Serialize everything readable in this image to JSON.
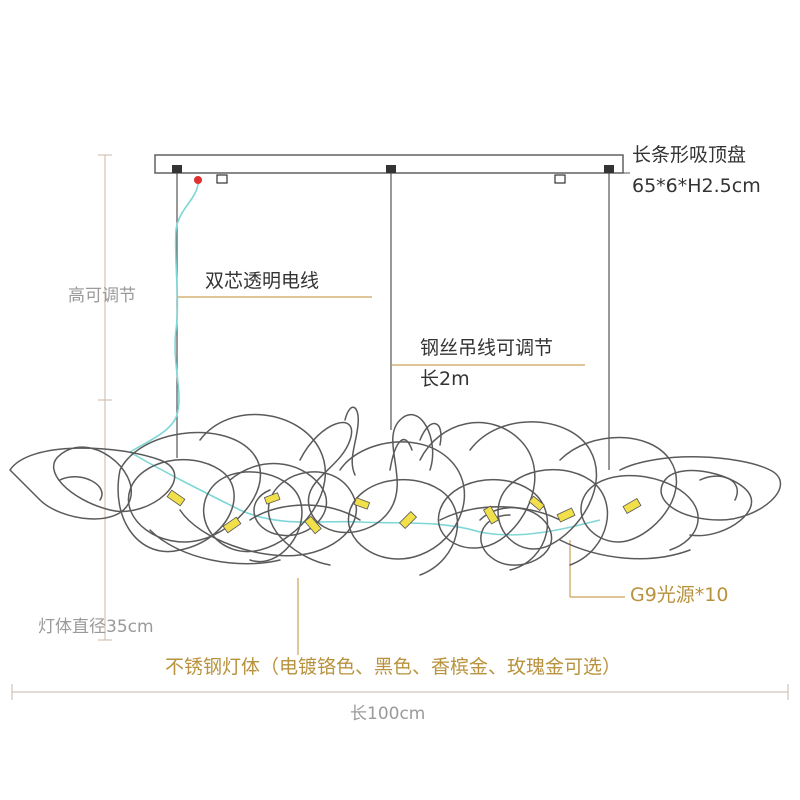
{
  "colors": {
    "line": "#555555",
    "wire": "#5a5a5a",
    "cable": "#7fd6d6",
    "gold": "#c9a55a",
    "gray_dim": "#c8b9a8",
    "bulb": "#f2e04a",
    "red": "#e03030"
  },
  "labels": {
    "canopy_name": "长条形吸顶盘",
    "canopy_size": "65*6*H2.5cm",
    "cable": "双芯透明电线",
    "height": "高可调节",
    "steel_wire_1": "钢丝吊线可调节",
    "steel_wire_2": "长2m",
    "light_source": "G9光源*10",
    "diameter": "灯体直径35cm",
    "material": "不锈钢灯体（电镀铬色、黑色、香槟金、玫瑰金可选）",
    "length": "长100cm"
  },
  "bulb_count": 10
}
